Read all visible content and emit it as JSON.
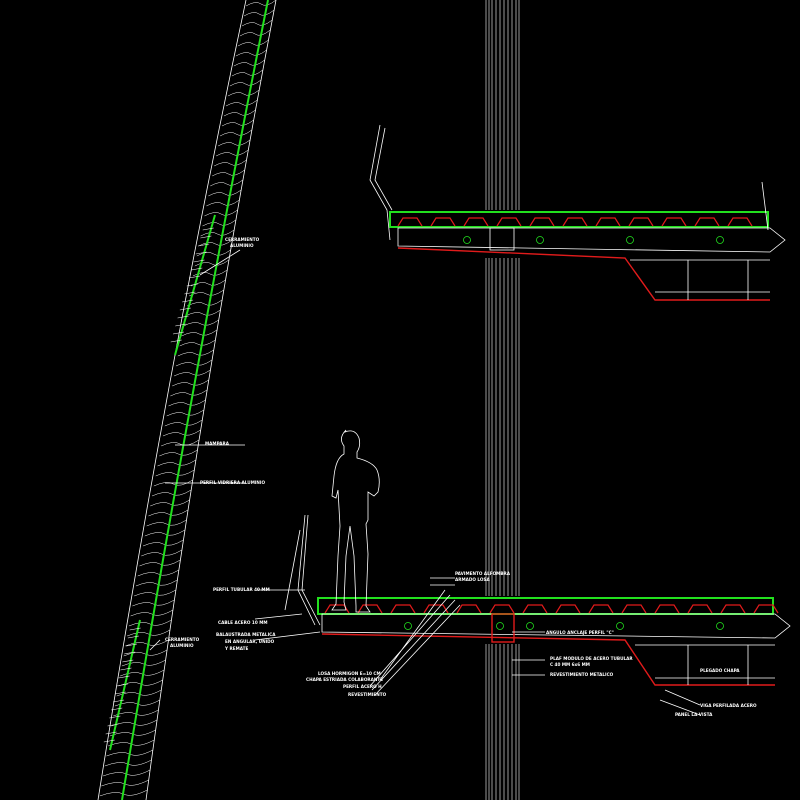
{
  "colors": {
    "background": "#000000",
    "glazing": "#22e01e",
    "section_cut": "#e11b1b",
    "linework": "#ffffff"
  },
  "labels": {
    "upper_panel": [
      "CERRAMIENTO",
      "ALUMINIO"
    ],
    "mampara": "MAMPARA",
    "vidriera": "PERFIL VIDRIERA ALUMINIO",
    "lower_panel": [
      "CERRAMIENTO",
      "ALUMINIO"
    ],
    "perfil_tubular": "PERFIL TUBULAR 40 MM",
    "cable": "CABLE ACERO 10 MM",
    "baranda": [
      "BALAUSTRADA METALICA",
      "EN ANGULAR, UNIDO",
      "Y REMATE"
    ],
    "losa": "LOSA HORMIGON E=10 CM",
    "chapa": "CHAPA ESTRIADA COLABORANTE",
    "perfil_acero": "PERFIL ACERO H",
    "revestimiento": "REVESTIMIENTO",
    "pavimento": "PAVIMENTO ALFOMBRA",
    "armado": "ARMADO LOSA",
    "angulo": "ANGULO ANCLAJE PERFIL \"C\"",
    "plaf": [
      "PLAF MODULO DE ACERO TUBULAR",
      "C 40 MM   6x6 MM"
    ],
    "rev_metalico": "REVESTIMIENTO METALICO",
    "plegado": "PLEGADO CHAPA",
    "viga": "VIGA PERFILADA ACERO",
    "panel_vista": "PANEL LA VISTA"
  }
}
